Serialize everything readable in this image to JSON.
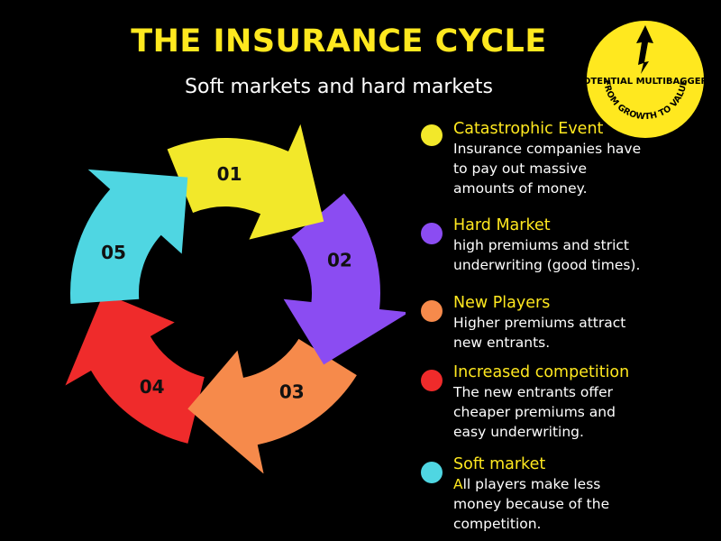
{
  "header": {
    "title": "THE INSURANCE CYCLE",
    "subtitle": "Soft markets and hard markets"
  },
  "badge": {
    "top_text": "POTENTIAL MULTIBAGGERS",
    "arc_text": "FROM GROWTH TO VALUE",
    "icon": "rising-arrow-icon",
    "colors": {
      "fill": "#ffe81f",
      "ink": "#000000"
    }
  },
  "cycle": {
    "steps": [
      {
        "number": "01",
        "color": "#f2e82a"
      },
      {
        "number": "02",
        "color": "#8b4cf2"
      },
      {
        "number": "03",
        "color": "#f68a4b"
      },
      {
        "number": "04",
        "color": "#ef2b2b"
      },
      {
        "number": "05",
        "color": "#4fd6e2"
      }
    ]
  },
  "legend": [
    {
      "title": "Catastrophic Event",
      "desc_lines": [
        "Insurance companies have",
        "to pay out massive",
        "amounts of money."
      ],
      "color": "#f2e82a"
    },
    {
      "title": "Hard Market",
      "desc_lines": [
        "high premiums and strict",
        "underwriting (good times)."
      ],
      "color": "#8b4cf2"
    },
    {
      "title": "New Players",
      "desc_lines": [
        "Higher premiums attract",
        "new entrants."
      ],
      "color": "#f68a4b"
    },
    {
      "title": "Increased competition",
      "desc_lines": [
        "The new entrants offer",
        "cheaper premiums and",
        "easy underwriting."
      ],
      "color": "#ef2b2b"
    },
    {
      "title": "Soft market",
      "desc_lead": "A",
      "desc_lines": [
        "ll players make less",
        "money because of the",
        "competition."
      ],
      "color": "#4fd6e2"
    }
  ]
}
